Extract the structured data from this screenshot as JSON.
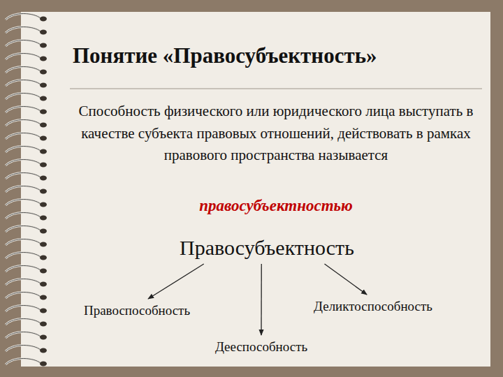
{
  "diagram": {
    "title": "Понятие «Правосубъектность»",
    "nodes": [
      {
        "text": [
          "Правосубъектность"
        ]
      },
      {
        "text": [
          "Правоспособность"
        ]
      },
      {
        "text": [
          "Дееспособность"
        ]
      },
      {
        "text": [
          "Деликтоспособность"
        ]
      }
    ],
    "edges": [
      {
        "from": 0,
        "to": 1,
        "arrow": "to"
      },
      {
        "from": 0,
        "to": 2,
        "arrow": "to"
      },
      {
        "from": 0,
        "to": 3,
        "arrow": "to"
      }
    ],
    "labels": [
      "Способность физического или юридического лица выступать в качестве субъекта правовых отношений, действовать в рамках правового пространства называется",
      "правосубъектностью"
    ]
  }
}
